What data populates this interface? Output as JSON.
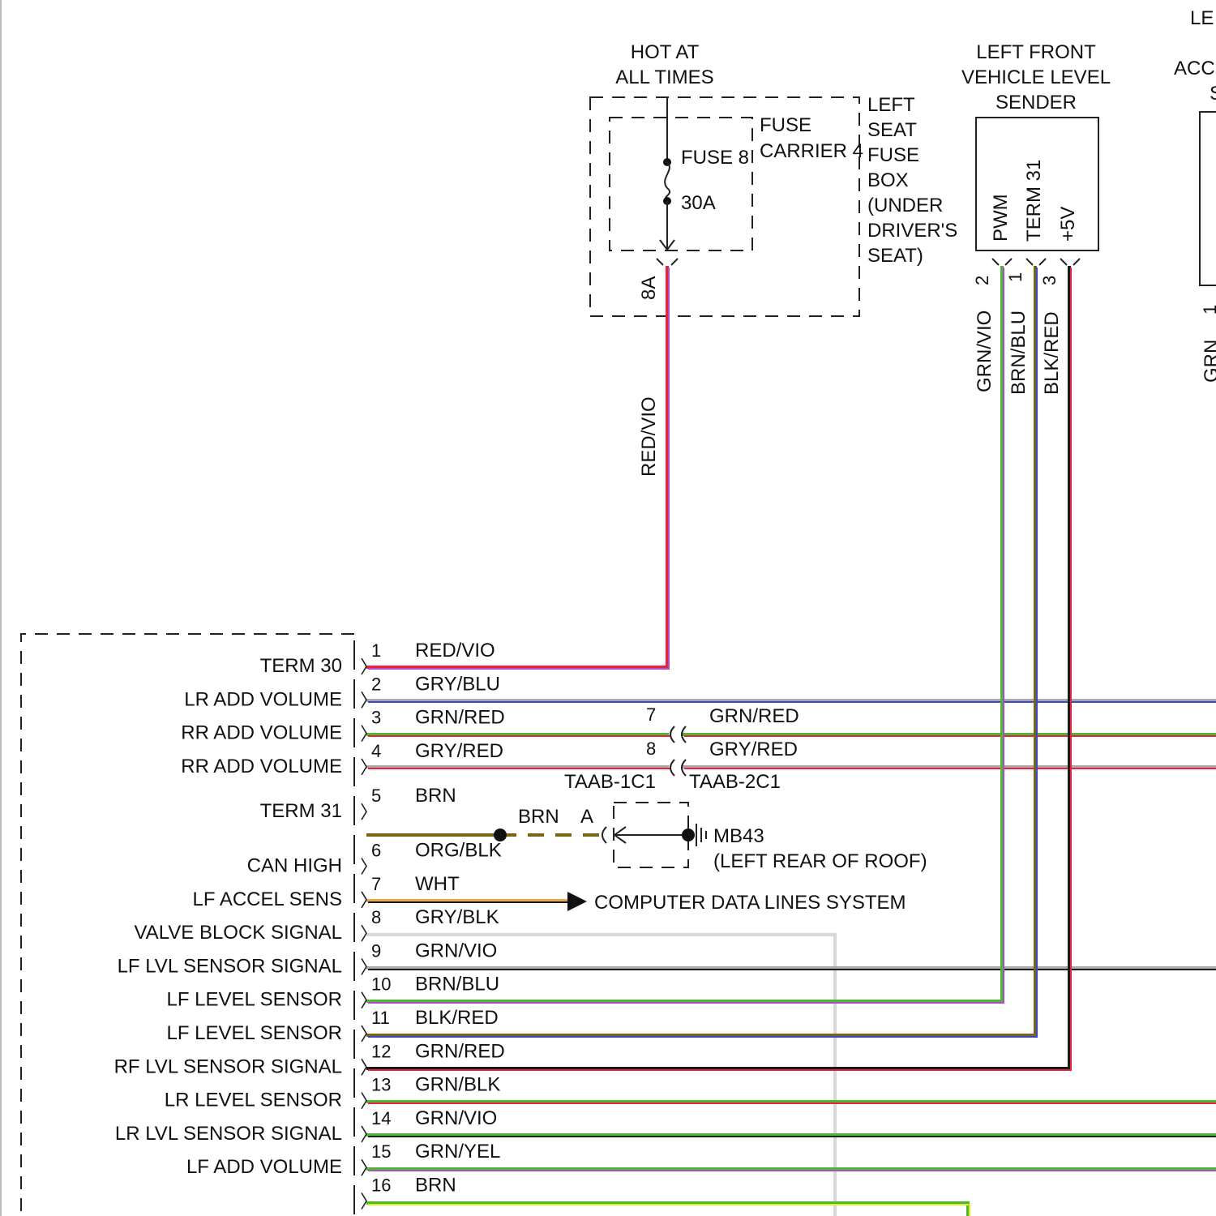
{
  "colors": {
    "red": "#e8243c",
    "violet": "#b04bd0",
    "gray": "#a8a8a8",
    "blue": "#3a49c8",
    "green": "#4cb830",
    "brown": "#7a6414",
    "black": "#1a1a1a",
    "orange": "#eba64a",
    "white": "#d8d8d8",
    "yellow": "#e6ea20"
  },
  "power": {
    "hot_line1": "HOT AT",
    "hot_line2": "ALL TIMES",
    "fuse_name": "FUSE 8",
    "fuse_rating": "30A",
    "carrier_line1": "FUSE",
    "carrier_line2": "CARRIER 4",
    "box_lines": [
      "LEFT",
      "SEAT",
      "FUSE",
      "BOX",
      "(UNDER",
      "DRIVER'S",
      "SEAT)"
    ],
    "output_pin": "8A",
    "output_wire": "RED/VIO"
  },
  "sender": {
    "title_lines": [
      "LEFT FRONT",
      "VEHICLE LEVEL",
      "SENDER"
    ],
    "pins": [
      "PWM",
      "TERM 31",
      "+5V"
    ],
    "pin_numbers": [
      "2",
      "1",
      "3"
    ],
    "wires": [
      "GRN/VIO",
      "BRN/BLU",
      "BLK/RED"
    ]
  },
  "next_component": {
    "title_fragment_1": "LE",
    "title_fragment_2": "ACC",
    "title_fragment_3": "S",
    "pin_fragment": "1",
    "wire_fragment": "GRN"
  },
  "module": {
    "connections": [
      {
        "label": "TERM 30",
        "pin": "1",
        "wire": "RED/VIO"
      },
      {
        "label": "LR ADD VOLUME",
        "pin": "2",
        "wire": "GRY/BLU"
      },
      {
        "label": "RR ADD VOLUME",
        "pin": "3",
        "wire": "GRN/RED"
      },
      {
        "label": "RR ADD VOLUME",
        "pin": "4",
        "wire": "GRY/RED"
      },
      {
        "label": "TERM 31",
        "pin": "5",
        "wire": "BRN"
      },
      {
        "label": "CAN HIGH",
        "pin": "6",
        "wire": "ORG/BLK"
      },
      {
        "label": "LF ACCEL SENS",
        "pin": "7",
        "wire": "WHT"
      },
      {
        "label": "VALVE BLOCK SIGNAL",
        "pin": "8",
        "wire": "GRY/BLK"
      },
      {
        "label": "LF LVL SENSOR SIGNAL",
        "pin": "9",
        "wire": "GRN/VIO"
      },
      {
        "label": "LF LEVEL SENSOR",
        "pin": "10",
        "wire": "BRN/BLU"
      },
      {
        "label": "LF LEVEL SENSOR",
        "pin": "11",
        "wire": "BLK/RED"
      },
      {
        "label": "RF LVL SENSOR SIGNAL",
        "pin": "12",
        "wire": "GRN/RED"
      },
      {
        "label": "LR LEVEL SENSOR",
        "pin": "13",
        "wire": "GRN/BLK"
      },
      {
        "label": "LR LVL SENSOR SIGNAL",
        "pin": "14",
        "wire": "GRN/VIO"
      },
      {
        "label": "LF ADD VOLUME",
        "pin": "15",
        "wire": "GRN/YEL"
      },
      {
        "label": "",
        "pin": "16",
        "wire": "BRN"
      }
    ]
  },
  "inline_connector": {
    "pin_a": "7",
    "pin_b": "8",
    "wire_a": "GRN/RED",
    "wire_b": "GRY/RED",
    "left_name": "TAAB-1C1",
    "right_name": "TAAB-2C1"
  },
  "ground": {
    "wire": "BRN",
    "pin": "A",
    "name": "MB43",
    "location": "(LEFT REAR OF ROOF)"
  },
  "data_lines": {
    "label": "COMPUTER DATA LINES SYSTEM"
  }
}
